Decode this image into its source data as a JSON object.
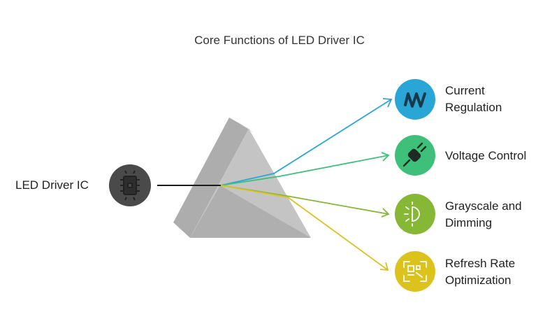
{
  "title": "Core Functions of LED Driver IC",
  "input": {
    "label": "LED Driver IC",
    "icon": "chip-icon"
  },
  "outputs": [
    {
      "lines": [
        "Current",
        "Regulation"
      ],
      "color": "#2aa6d6",
      "icon": "coil-icon"
    },
    {
      "lines": [
        "Voltage Control"
      ],
      "color": "#3ec07a",
      "icon": "plug-icon"
    },
    {
      "lines": [
        "Grayscale and",
        "Dimming"
      ],
      "color": "#86b735",
      "icon": "dimmer-bulb-icon"
    },
    {
      "lines": [
        "Refresh Rate",
        "Optimization"
      ],
      "color": "#dcc21c",
      "icon": "refresh-scan-icon"
    }
  ],
  "colors": {
    "input_circle": "#4a4a4a",
    "prism_light": "#c6c6c6",
    "prism_mid": "#adadad",
    "prism_dark": "#9a9a9a"
  }
}
